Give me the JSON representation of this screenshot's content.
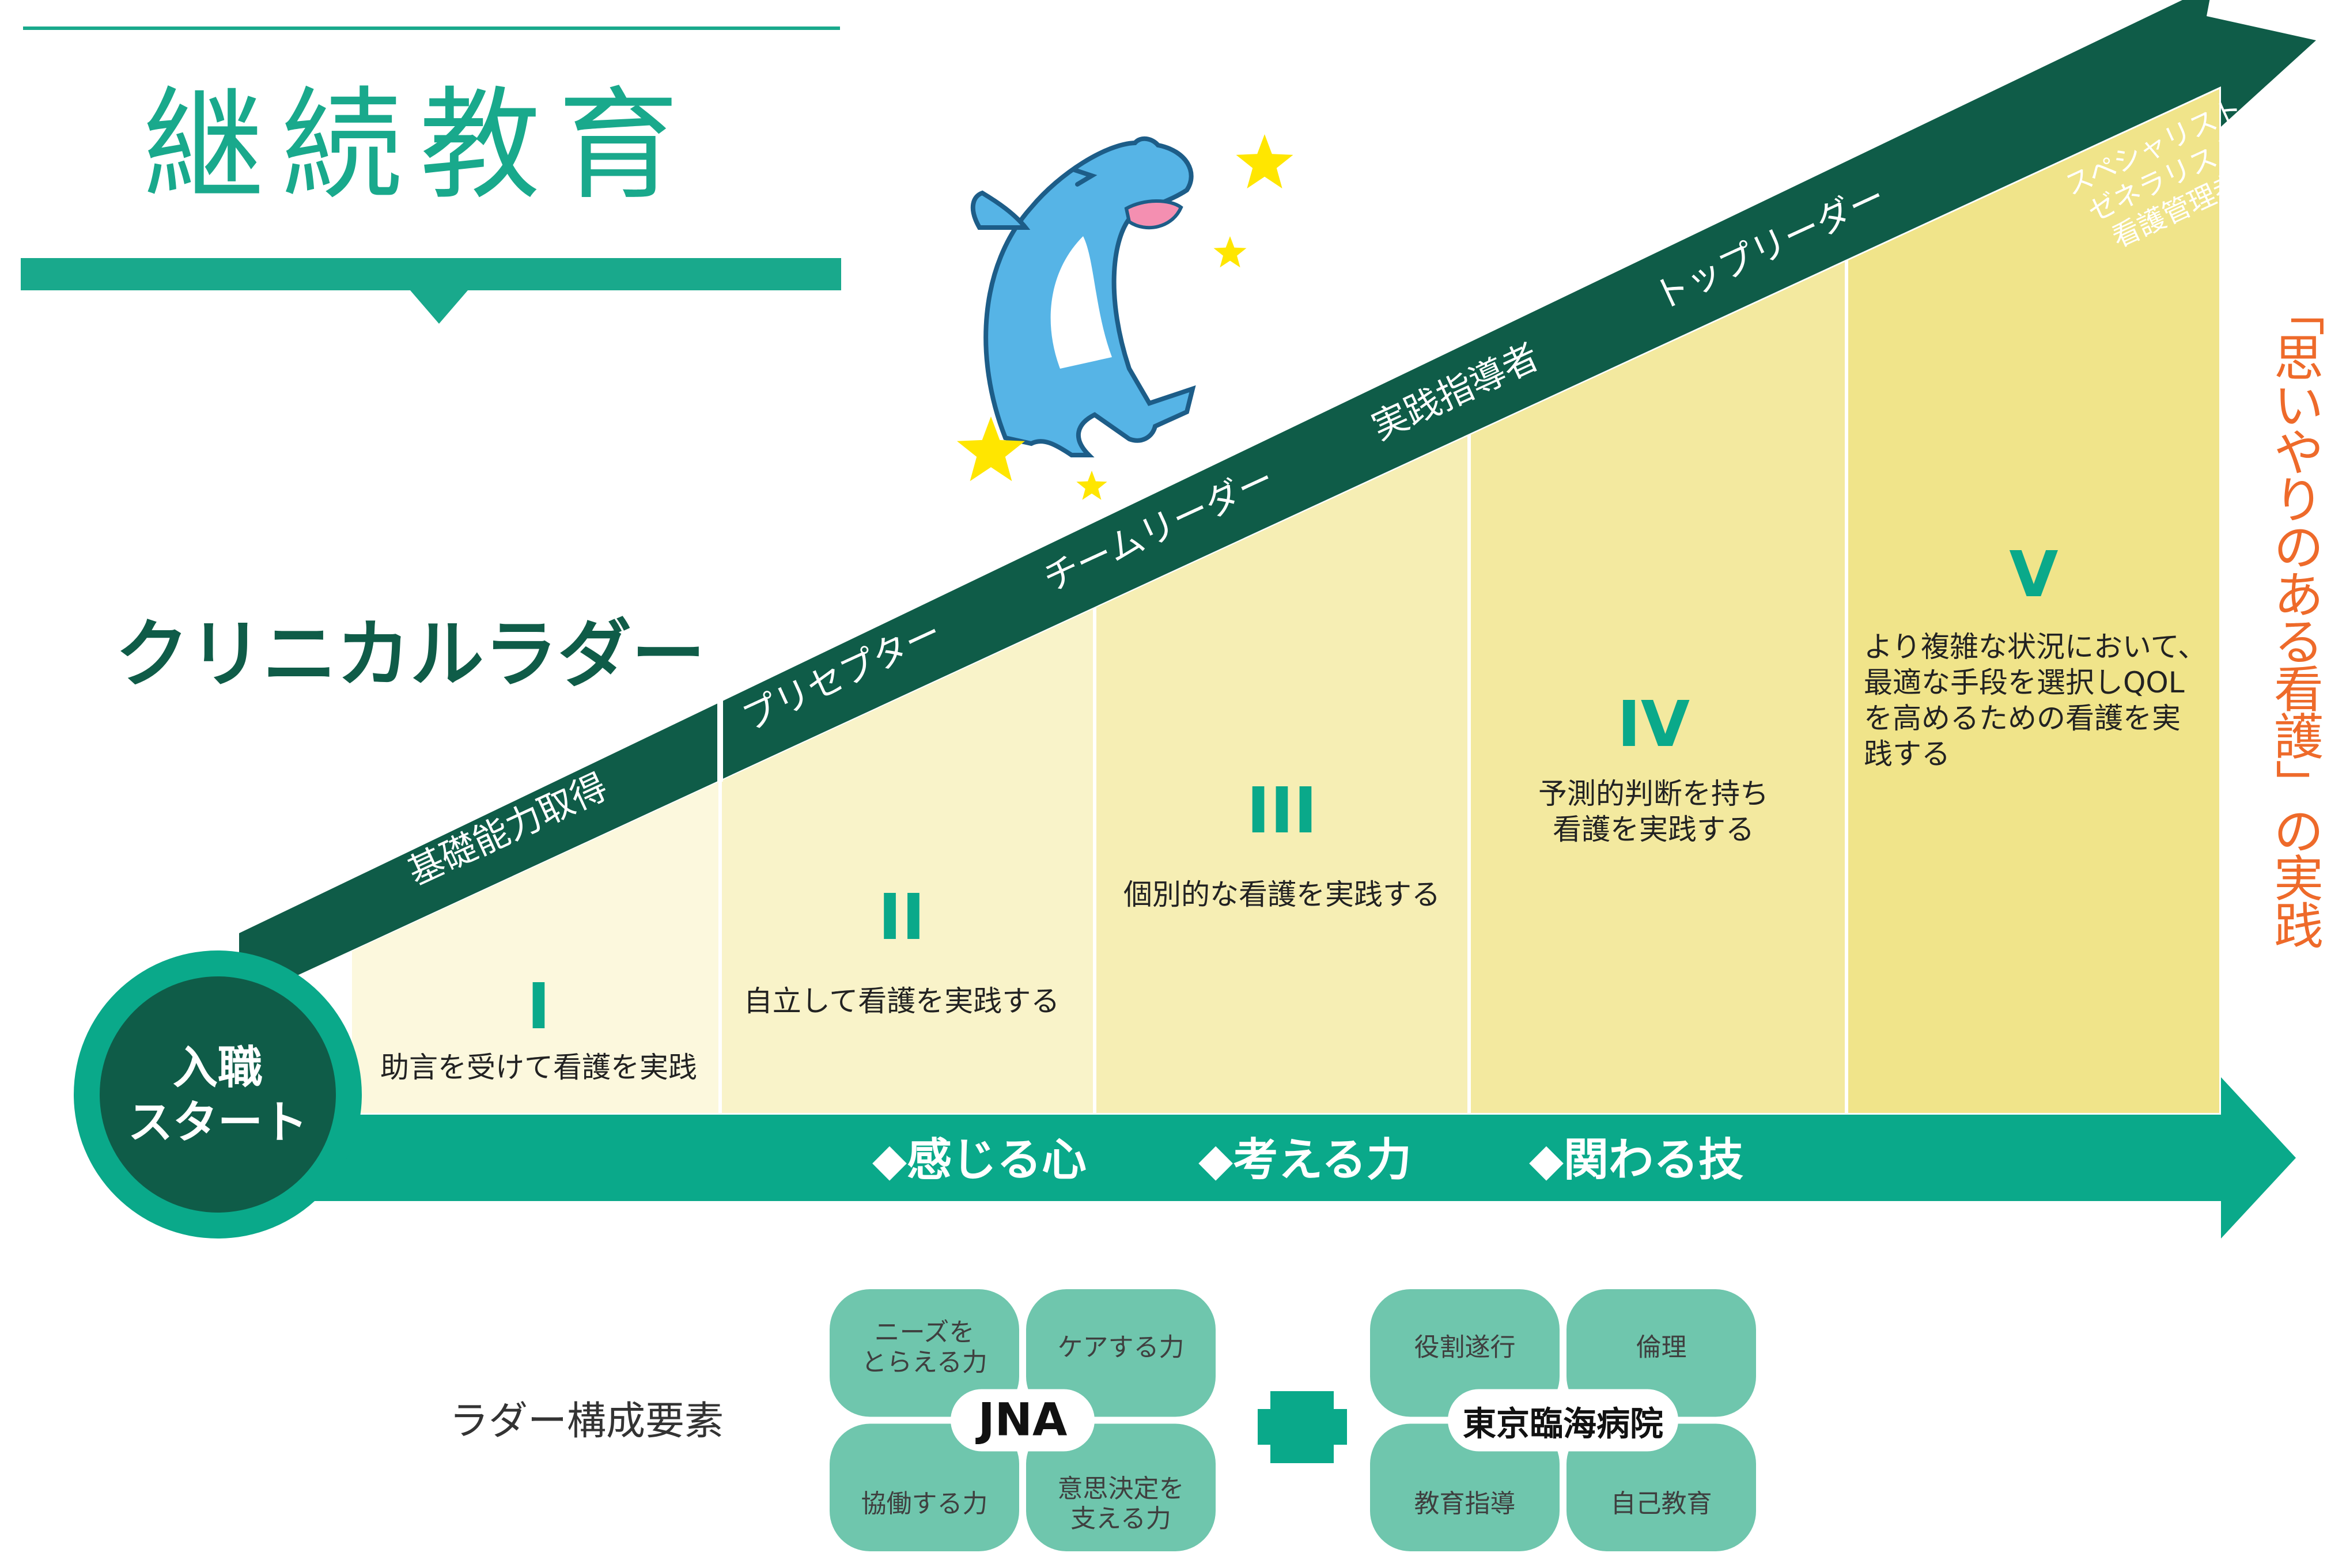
{
  "title": "継続教育",
  "ladder_title": "クリニカルラダー",
  "start": {
    "line1": "入職",
    "line2": "スタート"
  },
  "roles": [
    "基礎能力取得",
    "プリセプター",
    "チームリーダー",
    "実践指導者",
    "トップリーダー"
  ],
  "top_roles": [
    "スペシャリスト",
    "ゼネラリスト",
    "看護管理者"
  ],
  "levels": [
    {
      "numeral": "I",
      "desc": [
        "助言を受けて看護を実践"
      ]
    },
    {
      "numeral": "II",
      "desc": [
        "自立して看護を実践する"
      ]
    },
    {
      "numeral": "III",
      "desc": [
        "個別的な看護を実践する"
      ]
    },
    {
      "numeral": "IV",
      "desc": [
        "予測的判断を持ち",
        "看護を実践する"
      ]
    },
    {
      "numeral": "V",
      "desc": [
        "より複雑な状況において、",
        "最適な手段を選択しQOL",
        "を高めるための看護を実",
        "践する"
      ]
    }
  ],
  "competencies": [
    "◆感じる心",
    "◆考える力",
    "◆関わる技"
  ],
  "vertical_text": "「思いやりのある看護」の実践",
  "components_label": "ラダー構成要素",
  "jna": {
    "center": "JNA",
    "tl": [
      "ニーズを",
      "とらえる力"
    ],
    "tr": [
      "ケアする力"
    ],
    "bl": [
      "協働する力"
    ],
    "br": [
      "意思決定を",
      "支える力"
    ]
  },
  "hospital": {
    "center": "東京臨海病院",
    "tl": [
      "役割遂行"
    ],
    "tr": [
      "倫理"
    ],
    "bl": [
      "教育指導"
    ],
    "br": [
      "自己教育"
    ]
  },
  "colors": {
    "dark_green": "#0f5c48",
    "teal": "#0aa98a",
    "title_teal": "#19a98c",
    "orange": "#ee6a2a",
    "quad": "#6fc6ad",
    "star": "#ffe600",
    "dolphin": "#56b4e6",
    "level_fills": [
      "#fcf8dd",
      "#f9f3c9",
      "#f6eeb4",
      "#f3e99f",
      "#f0e48a"
    ]
  },
  "icons": [
    "dolphin-mascot-icon",
    "star-icon",
    "plus-icon"
  ]
}
